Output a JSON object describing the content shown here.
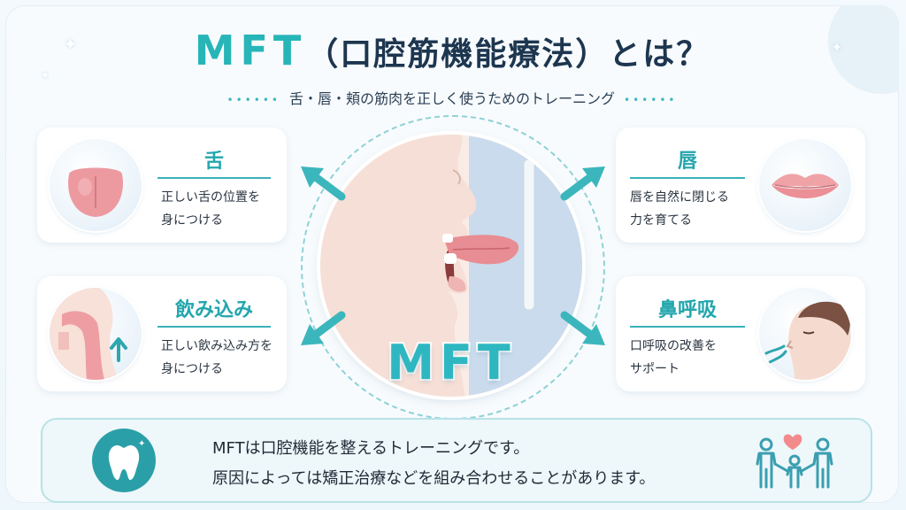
{
  "title": {
    "main": "MFT",
    "rest": "（口腔筋機能療法）とは？"
  },
  "subtitle": {
    "text": "舌・唇・頬の筋肉を正しく使うためのトレーニング",
    "dots": "••••••"
  },
  "cards": {
    "tongue": {
      "heading": "舌",
      "line1": "正しい舌の位置を",
      "line2": "身につける"
    },
    "lips": {
      "heading": "唇",
      "line1": "唇を自然に閉じる",
      "line2": "力を育てる"
    },
    "swallow": {
      "heading": "飲み込み",
      "line1": "正しい飲み込み方を",
      "line2": "身につける"
    },
    "breath": {
      "heading": "鼻呼吸",
      "line1": "口呼吸の改善を",
      "line2": "サポート"
    }
  },
  "center": {
    "label": "MFT"
  },
  "bottom": {
    "line1": "MFTは口腔機能を整えるトレーニングです。",
    "line2": "原因によっては矯正治療などを組み合わせることがあります。"
  },
  "colors": {
    "accent": "#27b5b8",
    "title_dark": "#1d3650",
    "arrow": "#3cb6bd",
    "tooth_circle": "#2a9fa8",
    "family_icon": "#3a9fb0",
    "heart": "#f28b8b"
  },
  "icons": [
    "tongue-icon",
    "lips-icon",
    "throat-icon",
    "face-breathing-icon",
    "tooth-icon",
    "family-icon",
    "heart-icon"
  ]
}
